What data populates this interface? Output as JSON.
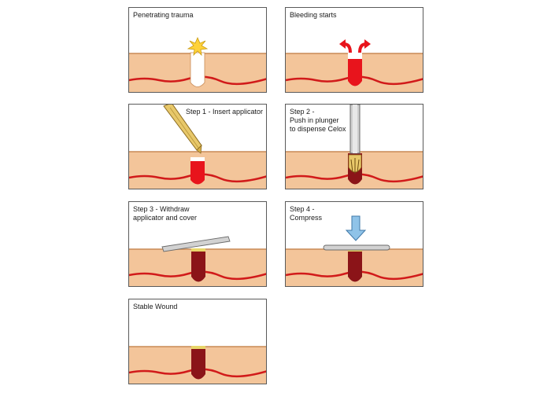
{
  "colors": {
    "skin": "#f3c59a",
    "skin_edge": "#c98a55",
    "vessel": "#d11a1a",
    "blood_fresh": "#e8141c",
    "blood_clot": "#8b1418",
    "applicator_gold": "#e8c86a",
    "gauze": "#cfcfcf",
    "arrow_blue": "#8fc3e8"
  },
  "panels": [
    {
      "caption": "Penetrating trauma",
      "icons": [
        "impact-burst-icon"
      ]
    },
    {
      "caption": "Bleeding starts",
      "icons": [
        "red-arrow-left-icon",
        "red-arrow-right-icon"
      ]
    },
    {
      "caption": "Step 1 - Insert applicator",
      "icons": [
        "applicator-icon"
      ]
    },
    {
      "caption": "Step 2 -\nPush in plunger\nto dispense Celox",
      "icons": [
        "plunger-applicator-icon"
      ]
    },
    {
      "caption": "Step 3 - Withdraw\napplicator and cover",
      "icons": [
        "gauze-cover-icon"
      ]
    },
    {
      "caption": "Step 4 -\nCompress",
      "icons": [
        "blue-down-arrow-icon",
        "gauze-cover-icon"
      ]
    },
    {
      "caption": "Stable Wound",
      "icons": []
    }
  ]
}
